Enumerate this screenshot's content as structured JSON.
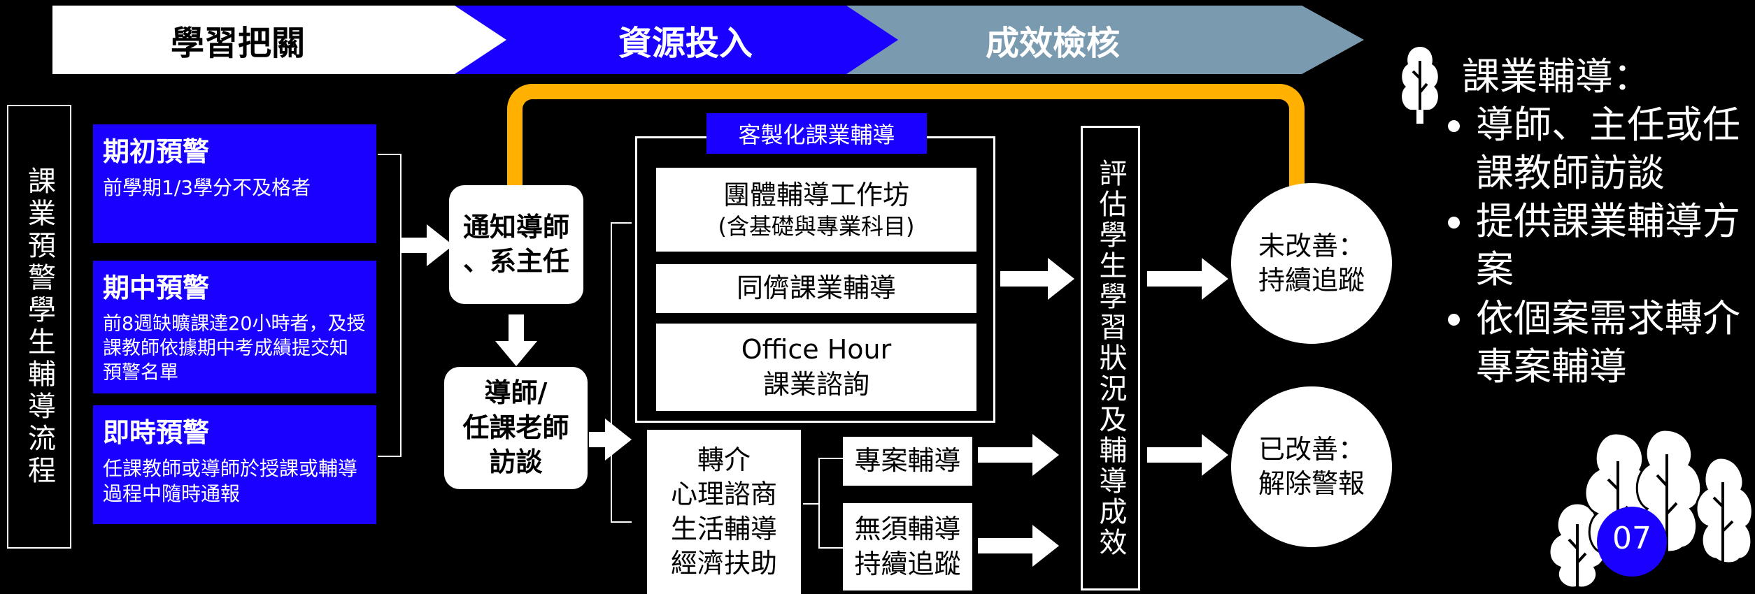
{
  "banner": {
    "stage1": "學習把關",
    "stage2": "資源投入",
    "stage3": "成效檢核"
  },
  "left_title": "課業預警學生輔導流程",
  "warnings": [
    {
      "title": "期初預警",
      "body": "前學期1/3學分不及格者"
    },
    {
      "title": "期中預警",
      "body": "前8週缺曠課達20小時者，及授課教師依據期中考成績提交知預警名單"
    },
    {
      "title": "即時預警",
      "body": "任課教師或導師於授課或輔導過程中隨時通報"
    }
  ],
  "notify": {
    "line1": "通知導師",
    "line2": "、系主任"
  },
  "interview": {
    "line1": "導師/",
    "line2": "任課老師",
    "line3": "訪談"
  },
  "custom": {
    "title": "客製化課業輔導",
    "items": [
      {
        "line1": "團體輔導工作坊",
        "line2": "(含基礎與專業科目)"
      },
      {
        "line1": "同儕課業輔導",
        "line2": ""
      },
      {
        "line1": "Office Hour",
        "line2": "課業諮詢"
      }
    ]
  },
  "referral": {
    "lines": [
      "轉介",
      "心理諮商",
      "生活輔導",
      "經濟扶助"
    ]
  },
  "project": {
    "label": "專案輔導"
  },
  "nofollow": {
    "line1": "無須輔導",
    "line2": "持續追蹤"
  },
  "evaluation": "評估學生學習狀況及輔導成效",
  "outcomes": {
    "not_improved": {
      "line1": "未改善：",
      "line2": "持續追蹤"
    },
    "improved": {
      "line1": "已改善：",
      "line2": "解除警報"
    }
  },
  "notes": {
    "title": "課業輔導：",
    "items": [
      "導師、主任或任課教師訪談",
      "提供課業輔導方案",
      "依個案需求轉介專案輔導"
    ]
  },
  "page_number": "07",
  "colors": {
    "blue": "#1a00ff",
    "gray_blue": "#7a9ab0",
    "loop": "#ffb000"
  }
}
